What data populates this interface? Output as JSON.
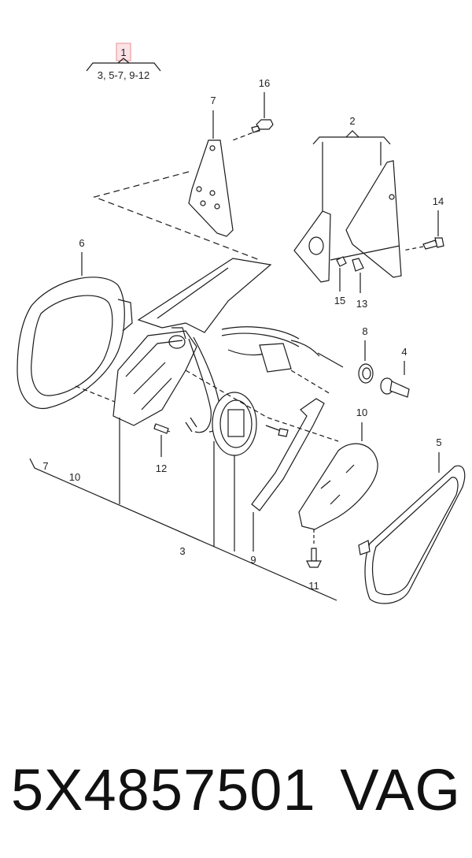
{
  "callouts": {
    "c1": "1",
    "c1_sub": "3, 5-7, 9-12",
    "c2": "2",
    "c3": "3",
    "c4": "4",
    "c5": "5",
    "c6": "6",
    "c7": "7",
    "c7b": "7",
    "c8": "8",
    "c9": "9",
    "c10": "10",
    "c10b": "10",
    "c11": "11",
    "c12": "12",
    "c13": "13",
    "c14": "14",
    "c15": "15",
    "c16": "16"
  },
  "footer": {
    "part_number": "5X4857501",
    "brand": "VAG"
  },
  "colors": {
    "highlight_box": "#e8a0a6",
    "line": "#1a1a1a"
  }
}
